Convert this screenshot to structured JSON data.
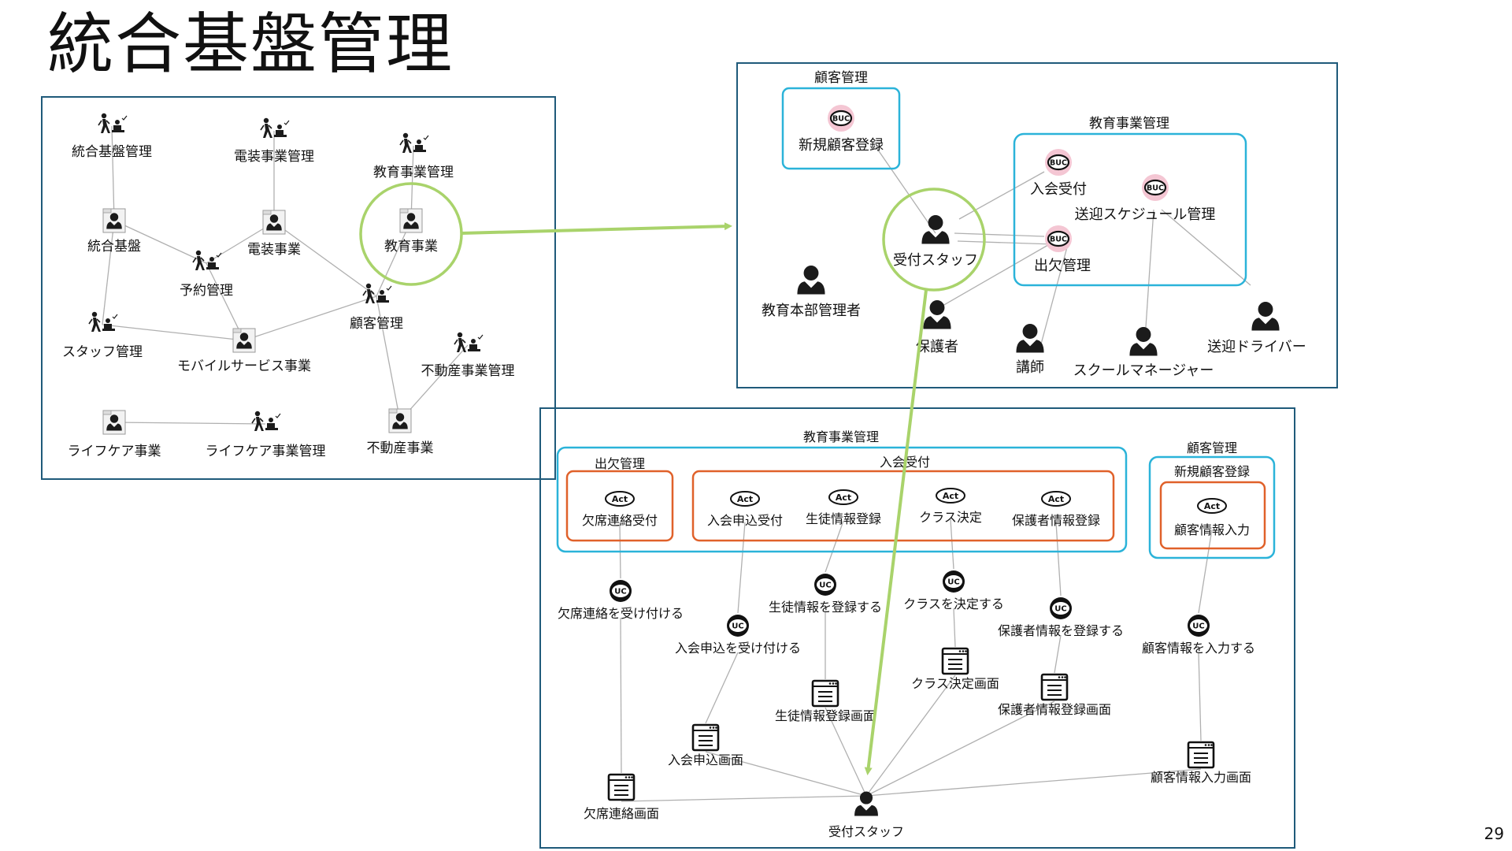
{
  "page": {
    "title": "統合基盤管理",
    "page_number": "29"
  },
  "panel1": {
    "nodes": {
      "tougou_kiban_kanri": "統合基盤管理",
      "densou_jigyou_kanri": "電装事業管理",
      "kyouiku_jigyou_kanri": "教育事業管理",
      "tougou_kiban": "統合基盤",
      "densou_jigyou": "電装事業",
      "kyouiku_jigyou": "教育事業",
      "yoyaku_kanri": "予約管理",
      "kokyaku_kanri": "顧客管理",
      "staff_kanri": "スタッフ管理",
      "mobile_service": "モバイルサービス事業",
      "fudousan_jigyou_kanri": "不動産事業管理",
      "lifecare_jigyou": "ライフケア事業",
      "lifecare_jigyou_kanri": "ライフケア事業管理",
      "fudousan_jigyou": "不動産事業"
    }
  },
  "panel2": {
    "group_kokyaku": "顧客管理",
    "group_kyouiku": "教育事業管理",
    "badge": "BUC",
    "buc_shinki": "新規顧客登録",
    "buc_nyukai": "入会受付",
    "buc_sougei": "送迎スケジュール管理",
    "buc_shukketsu": "出欠管理",
    "actor_uketsuke": "受付スタッフ",
    "actor_honbu": "教育本部管理者",
    "actor_hogosha": "保護者",
    "actor_koushi": "講師",
    "actor_school_manager": "スクールマネージャー",
    "actor_driver": "送迎ドライバー"
  },
  "panel3": {
    "group_kyouiku": "教育事業管理",
    "group_kokyaku": "顧客管理",
    "sub_shukketsu": "出欠管理",
    "sub_nyukai": "入会受付",
    "sub_shinki": "新規顧客登録",
    "act_badge": "Act",
    "uc_badge": "UC",
    "acts": {
      "kesseki_uketsuke": "欠席連絡受付",
      "nyukai_moushikomi": "入会申込受付",
      "seito_touroku": "生徒情報登録",
      "class_kettei": "クラス決定",
      "hogosha_touroku": "保護者情報登録",
      "kokyaku_nyuryoku": "顧客情報入力"
    },
    "ucs": {
      "kesseki": "欠席連絡を受け付ける",
      "nyukai": "入会申込を受け付ける",
      "seito": "生徒情報を登録する",
      "class": "クラスを決定する",
      "hogosha": "保護者情報を登録する",
      "kokyaku": "顧客情報を入力する"
    },
    "screens": {
      "kesseki": "欠席連絡画面",
      "nyukai": "入会申込画面",
      "seito": "生徒情報登録画面",
      "class": "クラス決定画面",
      "hogosha": "保護者情報登録画面",
      "kokyaku": "顧客情報入力画面"
    },
    "actor_uketsuke": "受付スタッフ"
  },
  "colors": {
    "panel_border": "#1f5a7a",
    "group_border": "#2bb3d9",
    "act_border": "#e0612a",
    "highlight": "#a9d36b",
    "buc_fill": "#f4c6d3",
    "line": "#b0b0b0"
  }
}
